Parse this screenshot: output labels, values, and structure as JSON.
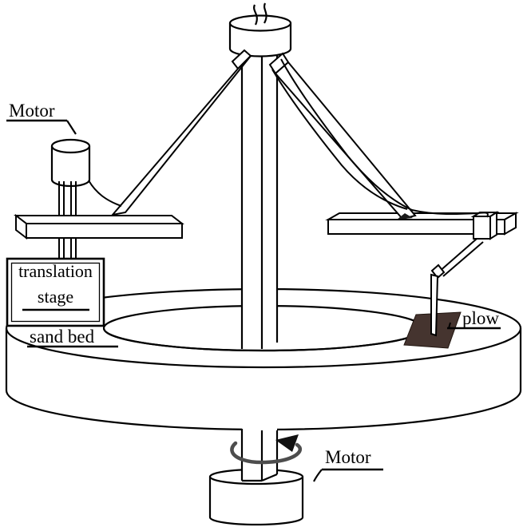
{
  "title": "Rotating sand bed plowing apparatus diagram",
  "labels": {
    "motor_left": "Motor",
    "motor_bottom": "Motor",
    "plow": "plow",
    "sand_bed": "sand bed",
    "translation_line1": "translation",
    "translation_line2": "stage"
  },
  "colors": {
    "ink": "#000000",
    "background": "#ffffff",
    "plow_fill": "#45342f",
    "rotation_arrow": "#4d4d4d",
    "arrowhead": "#111111"
  }
}
